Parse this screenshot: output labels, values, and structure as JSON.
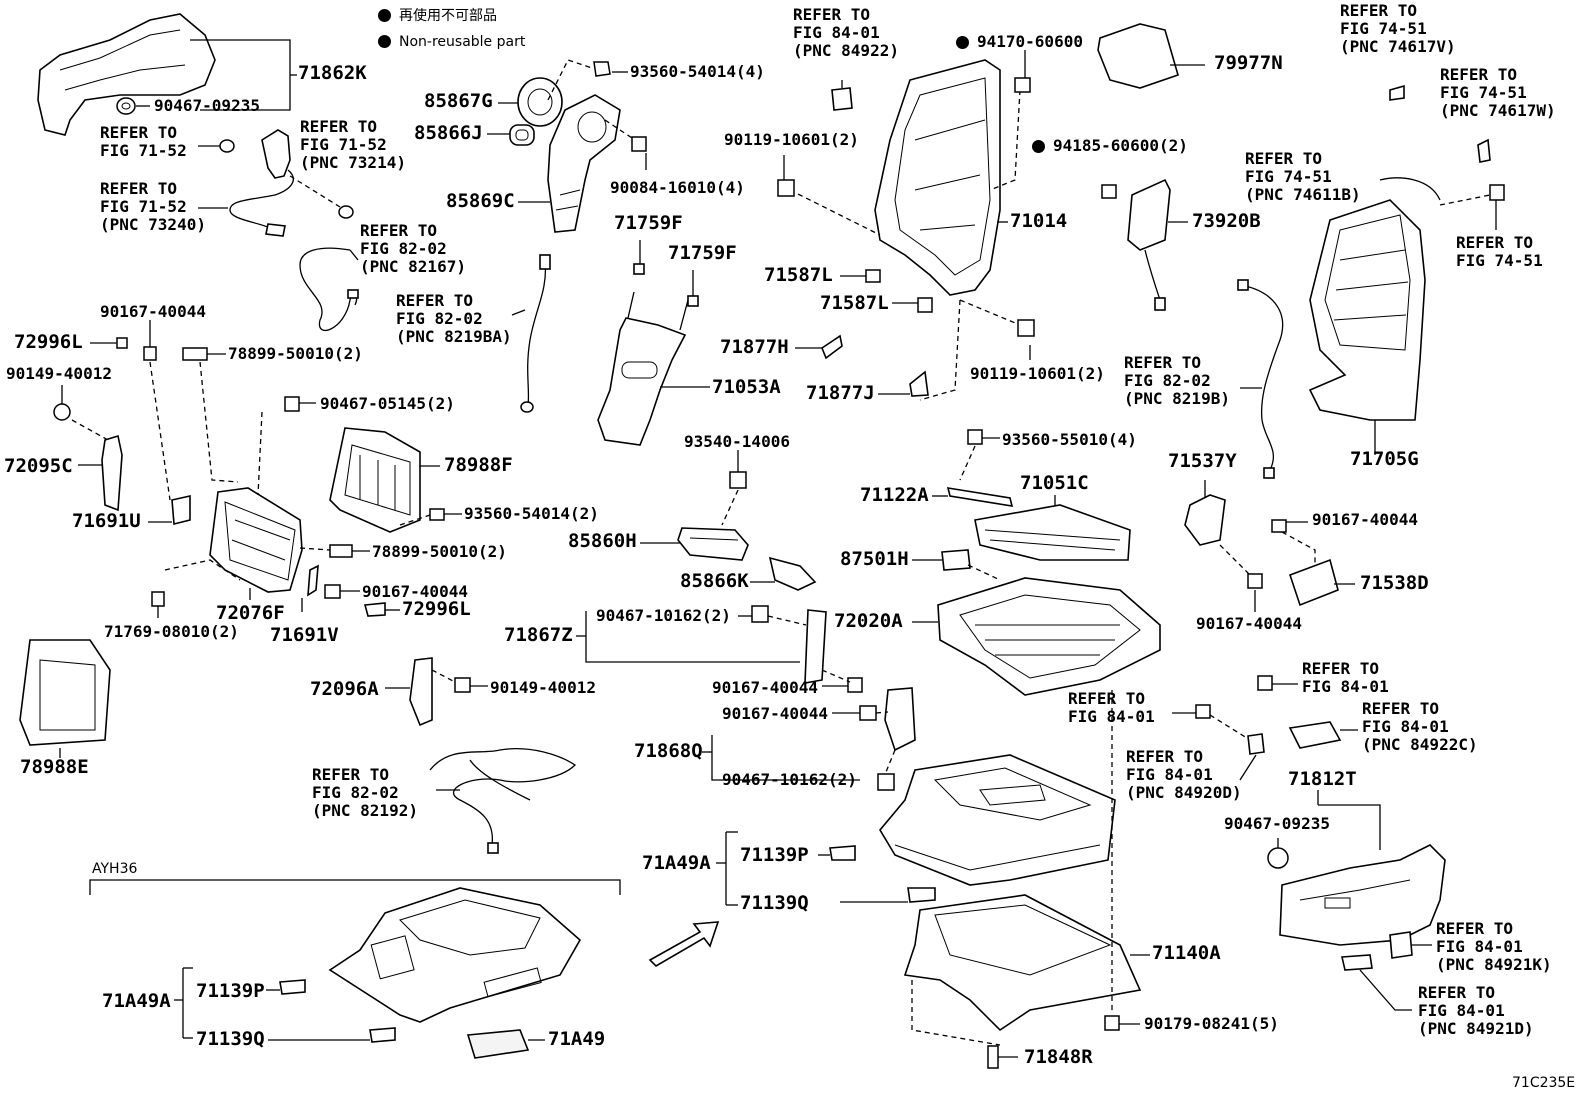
{
  "legend": [
    {
      "dot": true,
      "text": "再使用不可部品"
    },
    {
      "dot": true,
      "text": "Non-reusable part"
    }
  ],
  "figure_code": "71C235E",
  "variant_label": "AYH36",
  "labels": {
    "p71862K": "71862K",
    "p90467_09235_a": "90467-09235",
    "ref_71_52_a": "REFER TO\nFIG 71-52",
    "ref_71_52_73214": "REFER TO\nFIG 71-52\n(PNC 73214)",
    "ref_71_52_73240": "REFER TO\nFIG 71-52\n(PNC 73240)",
    "ref_82_02_82167": "REFER TO\nFIG 82-02\n(PNC 82167)",
    "ref_82_02_8219BA": "REFER TO\nFIG 82-02\n(PNC 8219BA)",
    "p85867G": "85867G",
    "p85866J": "85866J",
    "p85869C": "85869C",
    "p93560_54014_4": "93560-54014(4)",
    "p90084_16010_4": "90084-16010(4)",
    "p71759F_a": "71759F",
    "p71759F_b": "71759F",
    "p71053A": "71053A",
    "ref_84_01_84922": "REFER TO\nFIG 84-01\n(PNC 84922)",
    "p94170_60600": "94170-60600",
    "p90119_10601_2a": "90119-10601(2)",
    "p71014": "71014",
    "p71587L_a": "71587L",
    "p71587L_b": "71587L",
    "p71877H": "71877H",
    "p71877J": "71877J",
    "p90119_10601_2b": "90119-10601(2)",
    "p79977N": "79977N",
    "p94185_60600_2": "94185-60600(2)",
    "p73920B": "73920B",
    "ref_74_51_74617V": "REFER TO\nFIG 74-51\n(PNC 74617V)",
    "ref_74_51_74617W": "REFER TO\nFIG 74-51\n(PNC 74617W)",
    "ref_74_51_74611B": "REFER TO\nFIG 74-51\n(PNC 74611B)",
    "ref_74_51": "REFER TO\nFIG 74-51",
    "p71705G": "71705G",
    "ref_82_02_8219B": "REFER TO\nFIG 82-02\n(PNC 8219B)",
    "p90167_40044_a": "90167-40044",
    "p72996L_a": "72996L",
    "p78899_50010_2a": "78899-50010(2)",
    "p90149_40012_a": "90149-40012",
    "p90467_05145_2": "90467-05145(2)",
    "p72095C": "72095C",
    "p78988F": "78988F",
    "p71691U": "71691U",
    "p93560_54014_2": "93560-54014(2)",
    "p78899_50010_2b": "78899-50010(2)",
    "p90167_40044_b": "90167-40044",
    "p72076F": "72076F",
    "p72996L_b": "72996L",
    "p71769_08010_2": "71769-08010(2)",
    "p71691V": "71691V",
    "p78988E": "78988E",
    "p72096A": "72096A",
    "p90149_40012_b": "90149-40012",
    "ref_82_02_82192": "REFER TO\nFIG 82-02\n(PNC 82192)",
    "p93540_14006": "93540-14006",
    "p85860H": "85860H",
    "p85866K": "85866K",
    "p90467_10162_2a": "90467-10162(2)",
    "p71867Z": "71867Z",
    "p90167_40044_c": "90167-40044",
    "p90167_40044_d": "90167-40044",
    "p71868Q": "71868Q",
    "p90467_10162_2b": "90467-10162(2)",
    "p93560_55010_4": "93560-55010(4)",
    "p71122A": "71122A",
    "p71051C": "71051C",
    "p87501H": "87501H",
    "p72020A": "72020A",
    "p71537Y": "71537Y",
    "p90167_40044_e": "90167-40044",
    "p71538D": "71538D",
    "p90167_40044_f": "90167-40044",
    "ref_84_01_a": "REFER TO\nFIG 84-01",
    "ref_84_01_b": "REFER TO\nFIG 84-01",
    "ref_84_01_84922C": "REFER TO\nFIG 84-01\n(PNC 84922C)",
    "ref_84_01_84920D": "REFER TO\nFIG 84-01\n(PNC 84920D)",
    "p71812T": "71812T",
    "p90467_09235_b": "90467-09235",
    "ref_84_01_84921K": "REFER TO\nFIG 84-01\n(PNC 84921K)",
    "ref_84_01_84921D": "REFER TO\nFIG 84-01\n(PNC 84921D)",
    "p71A49A_a": "71A49A",
    "p71139P_a": "71139P",
    "p71139Q_a": "71139Q",
    "p71140A": "71140A",
    "p90179_08241_5": "90179-08241(5)",
    "p71848R": "71848R",
    "p71A49A_b": "71A49A",
    "p71139P_b": "71139P",
    "p71139Q_b": "71139Q",
    "p71A49": "71A49"
  }
}
